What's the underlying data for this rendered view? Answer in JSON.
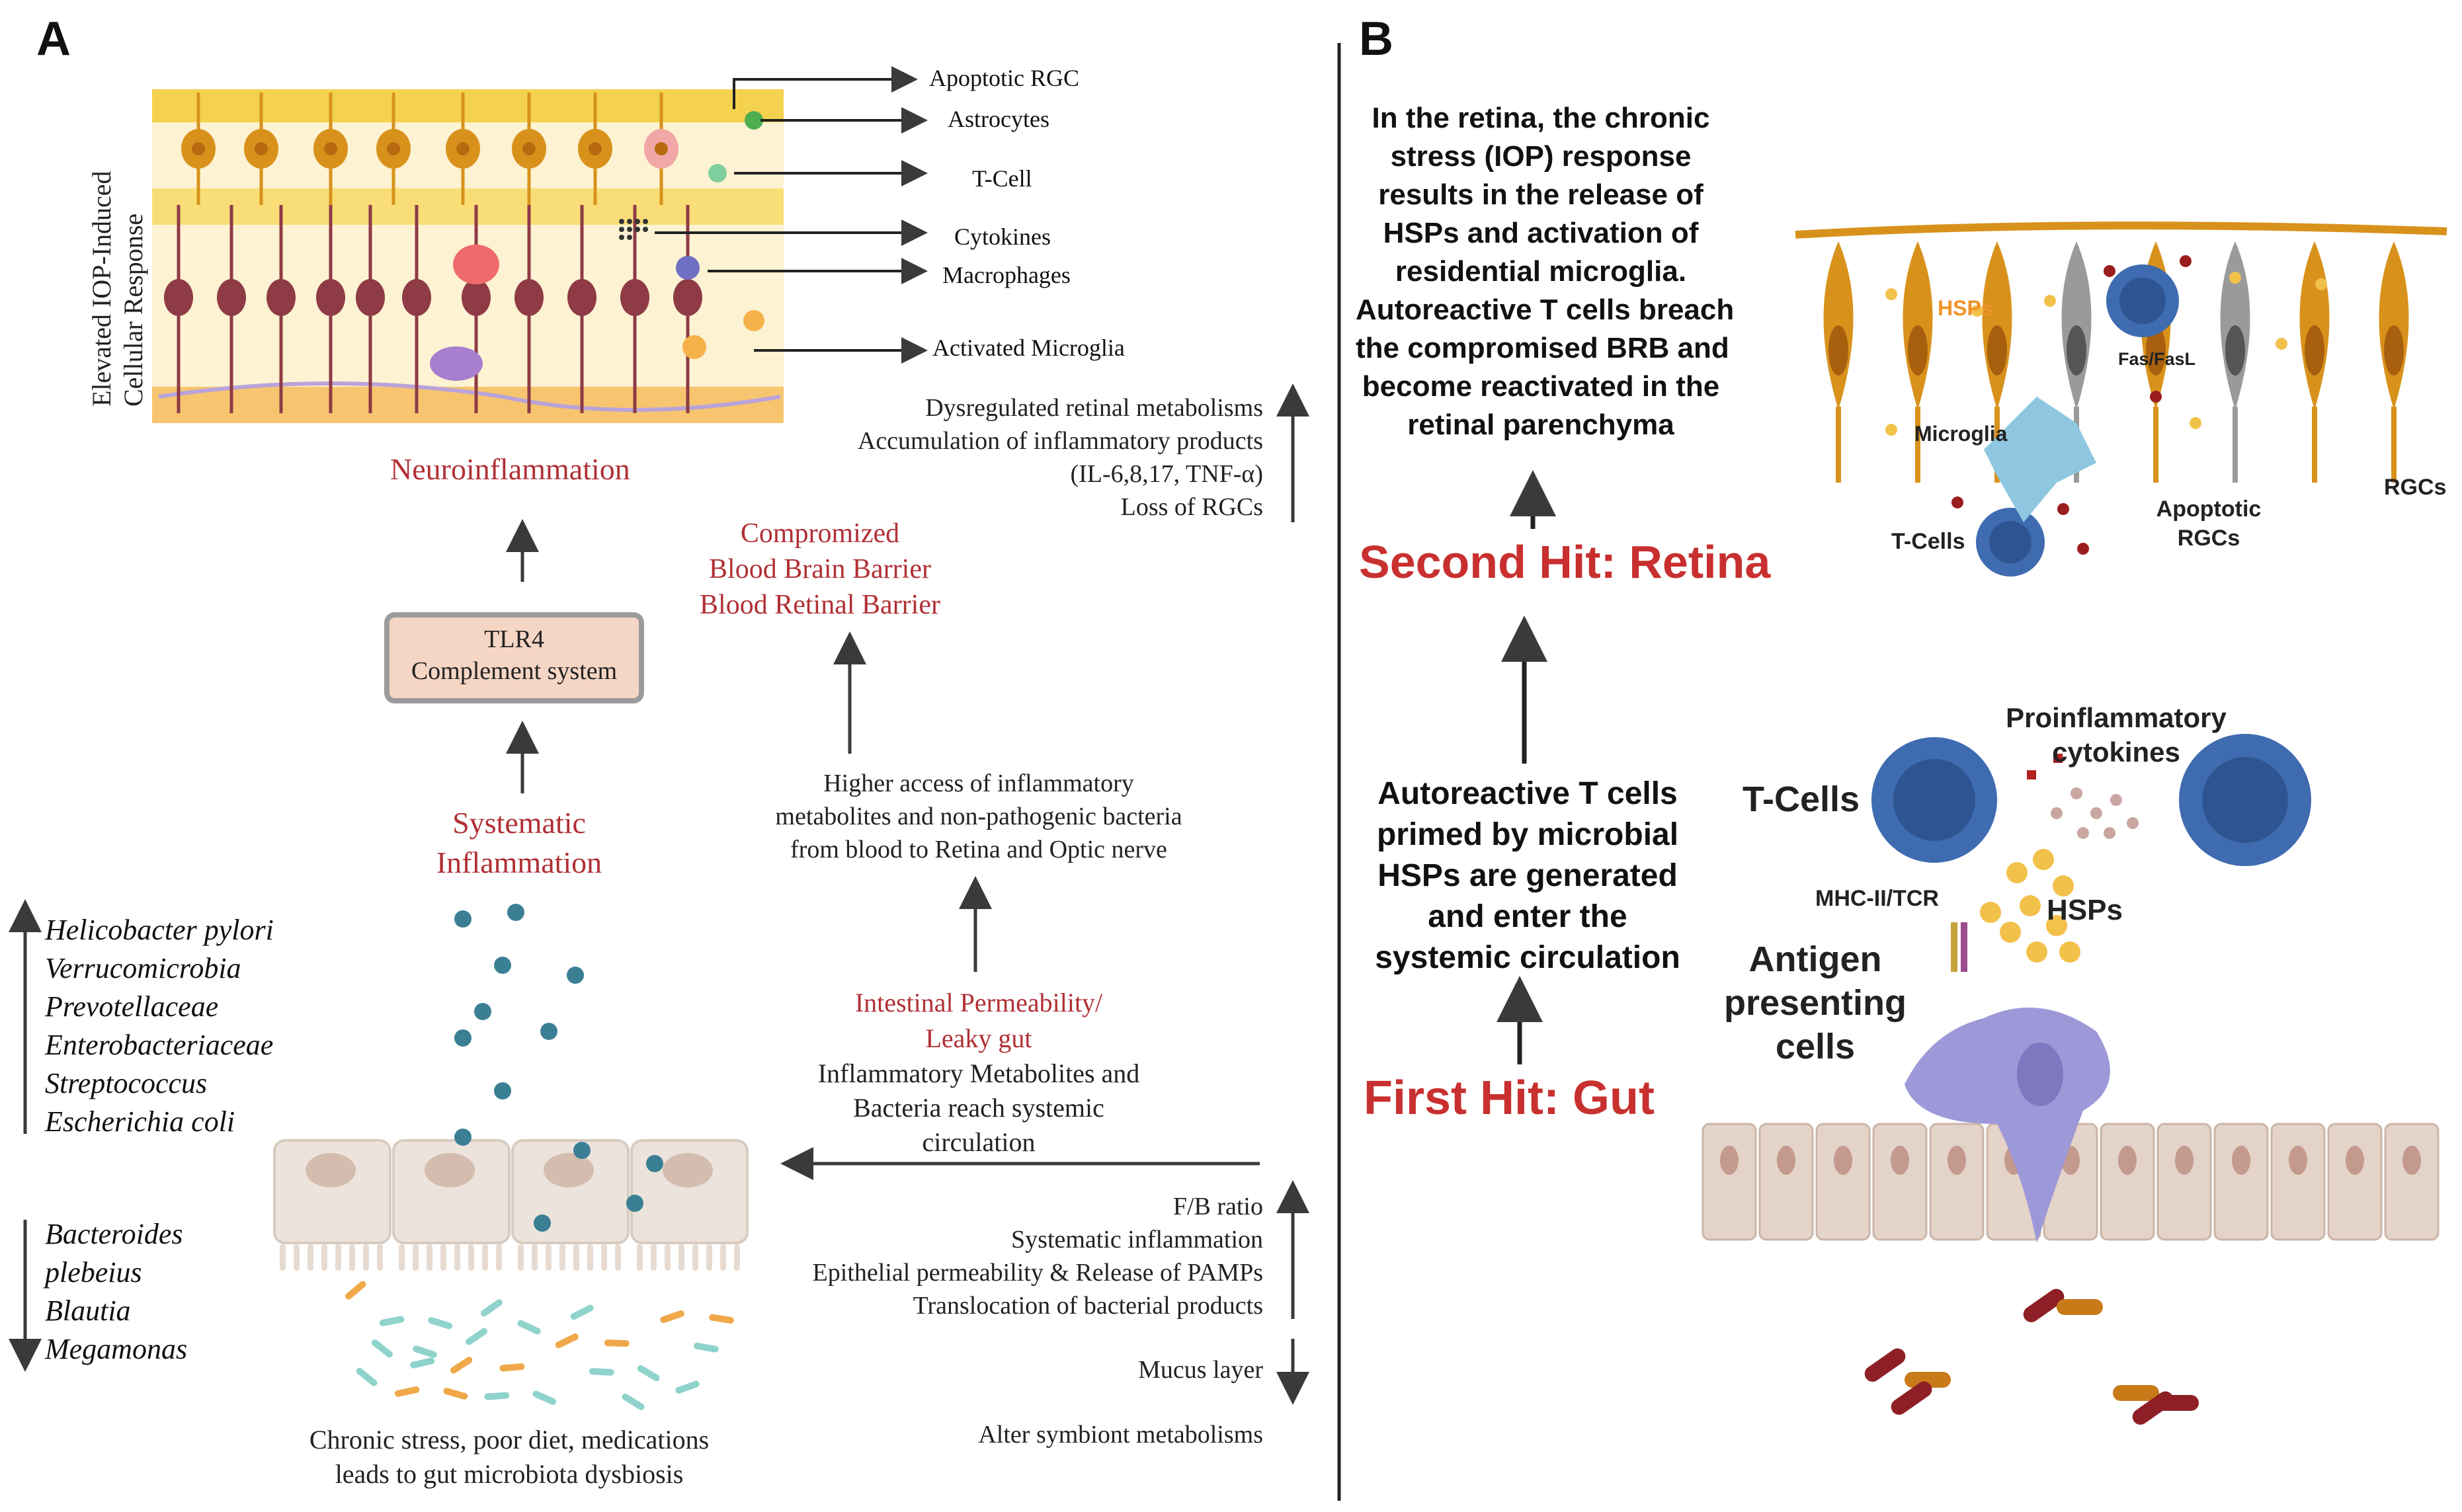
{
  "panel_a": {
    "letter": "A",
    "vertical_label_1": "Elevated IOP-Induced",
    "vertical_label_2": "Cellular Response",
    "retina_labels": [
      "Apoptotic RGC",
      "Astrocytes",
      "T-Cell",
      "Cytokines",
      "Macrophages",
      "Activated Microglia"
    ],
    "neuroinflammation": "Neuroinflammation",
    "tlr4_line1": "TLR4",
    "tlr4_line2": "Complement system",
    "systematic_inflammation_1": "Systematic",
    "systematic_inflammation_2": "Inflammation",
    "increased_taxa": [
      "Helicobacter pylori",
      "Verrucomicrobia",
      "Prevotellaceae",
      "Enterobacteriaceae",
      "Streptococcus",
      "Escherichia coli"
    ],
    "decreased_taxa": [
      "Bacteroides",
      "plebeius",
      "Blautia",
      "Megamonas"
    ],
    "dysbiosis_1": "Chronic stress, poor diet, medications",
    "dysbiosis_2": "leads to gut microbiota dysbiosis",
    "effects_up": [
      "Dysregulated retinal metabolisms",
      "Accumulation of inflammatory products",
      "(IL-6,8,17, TNF-α)",
      "Loss of RGCs"
    ],
    "compromized": [
      "Compromized",
      "Blood Brain Barrier",
      "Blood Retinal Barrier"
    ],
    "higher_access": [
      "Higher access of inflammatory",
      "metabolites and non-pathogenic bacteria",
      "from blood to Retina and Optic nerve"
    ],
    "intestinal_1": "Intestinal Permeability/",
    "intestinal_2": "Leaky gut",
    "reach_systemic": [
      "Inflammatory Metabolites and",
      "Bacteria reach systemic",
      "circulation"
    ],
    "gut_effects_up": [
      "F/B ratio",
      "Systematic inflammation",
      "Epithelial permeability & Release of PAMPs",
      "Translocation of bacterial products"
    ],
    "mucus": "Mucus layer",
    "alter": "Alter  symbiont  metabolisms"
  },
  "panel_b": {
    "letter": "B",
    "retina_text": [
      "In the retina, the chronic",
      "stress (IOP) response",
      "results in the release of",
      "HSPs and activation of",
      "residential microglia.",
      "Autoreactive T cells breach",
      "the compromised BRB and",
      "become reactivated in the",
      "retinal parenchyma"
    ],
    "second_hit": "Second Hit: Retina",
    "autoreactive": [
      "Autoreactive T cells",
      "primed by microbial",
      "HSPs are generated",
      "and enter the",
      "systemic circulation"
    ],
    "first_hit": "First Hit: Gut",
    "retina_labels": {
      "hsps": "HSPs",
      "fasfasl": "Fas/FasL",
      "microglia": "Microglia",
      "tcells": "T-Cells",
      "apoptotic_1": "Apoptotic",
      "apoptotic_2": "RGCs",
      "rgcs": "RGCs"
    },
    "gut_labels": {
      "proinflammatory_1": "Proinflammatory",
      "proinflammatory_2": "cytokines",
      "tcells": "T-Cells",
      "mhc": "MHC-II/TCR",
      "hsps": "HSPs",
      "apc_1": "Antigen",
      "apc_2": "presenting",
      "apc_3": "cells"
    }
  },
  "colors": {
    "red_text": "#b03035",
    "orange_rgc": "#d8921c",
    "maroon_neuron": "#8e3b46",
    "tcell_blue": "#3f6bb0",
    "hsp_yellow": "#f2c14a",
    "microglia_blue": "#8fc7e0",
    "apc_purple": "#9d98d8",
    "gut_cell": "#e4d3c8",
    "arrow": "#3a3a3a"
  }
}
